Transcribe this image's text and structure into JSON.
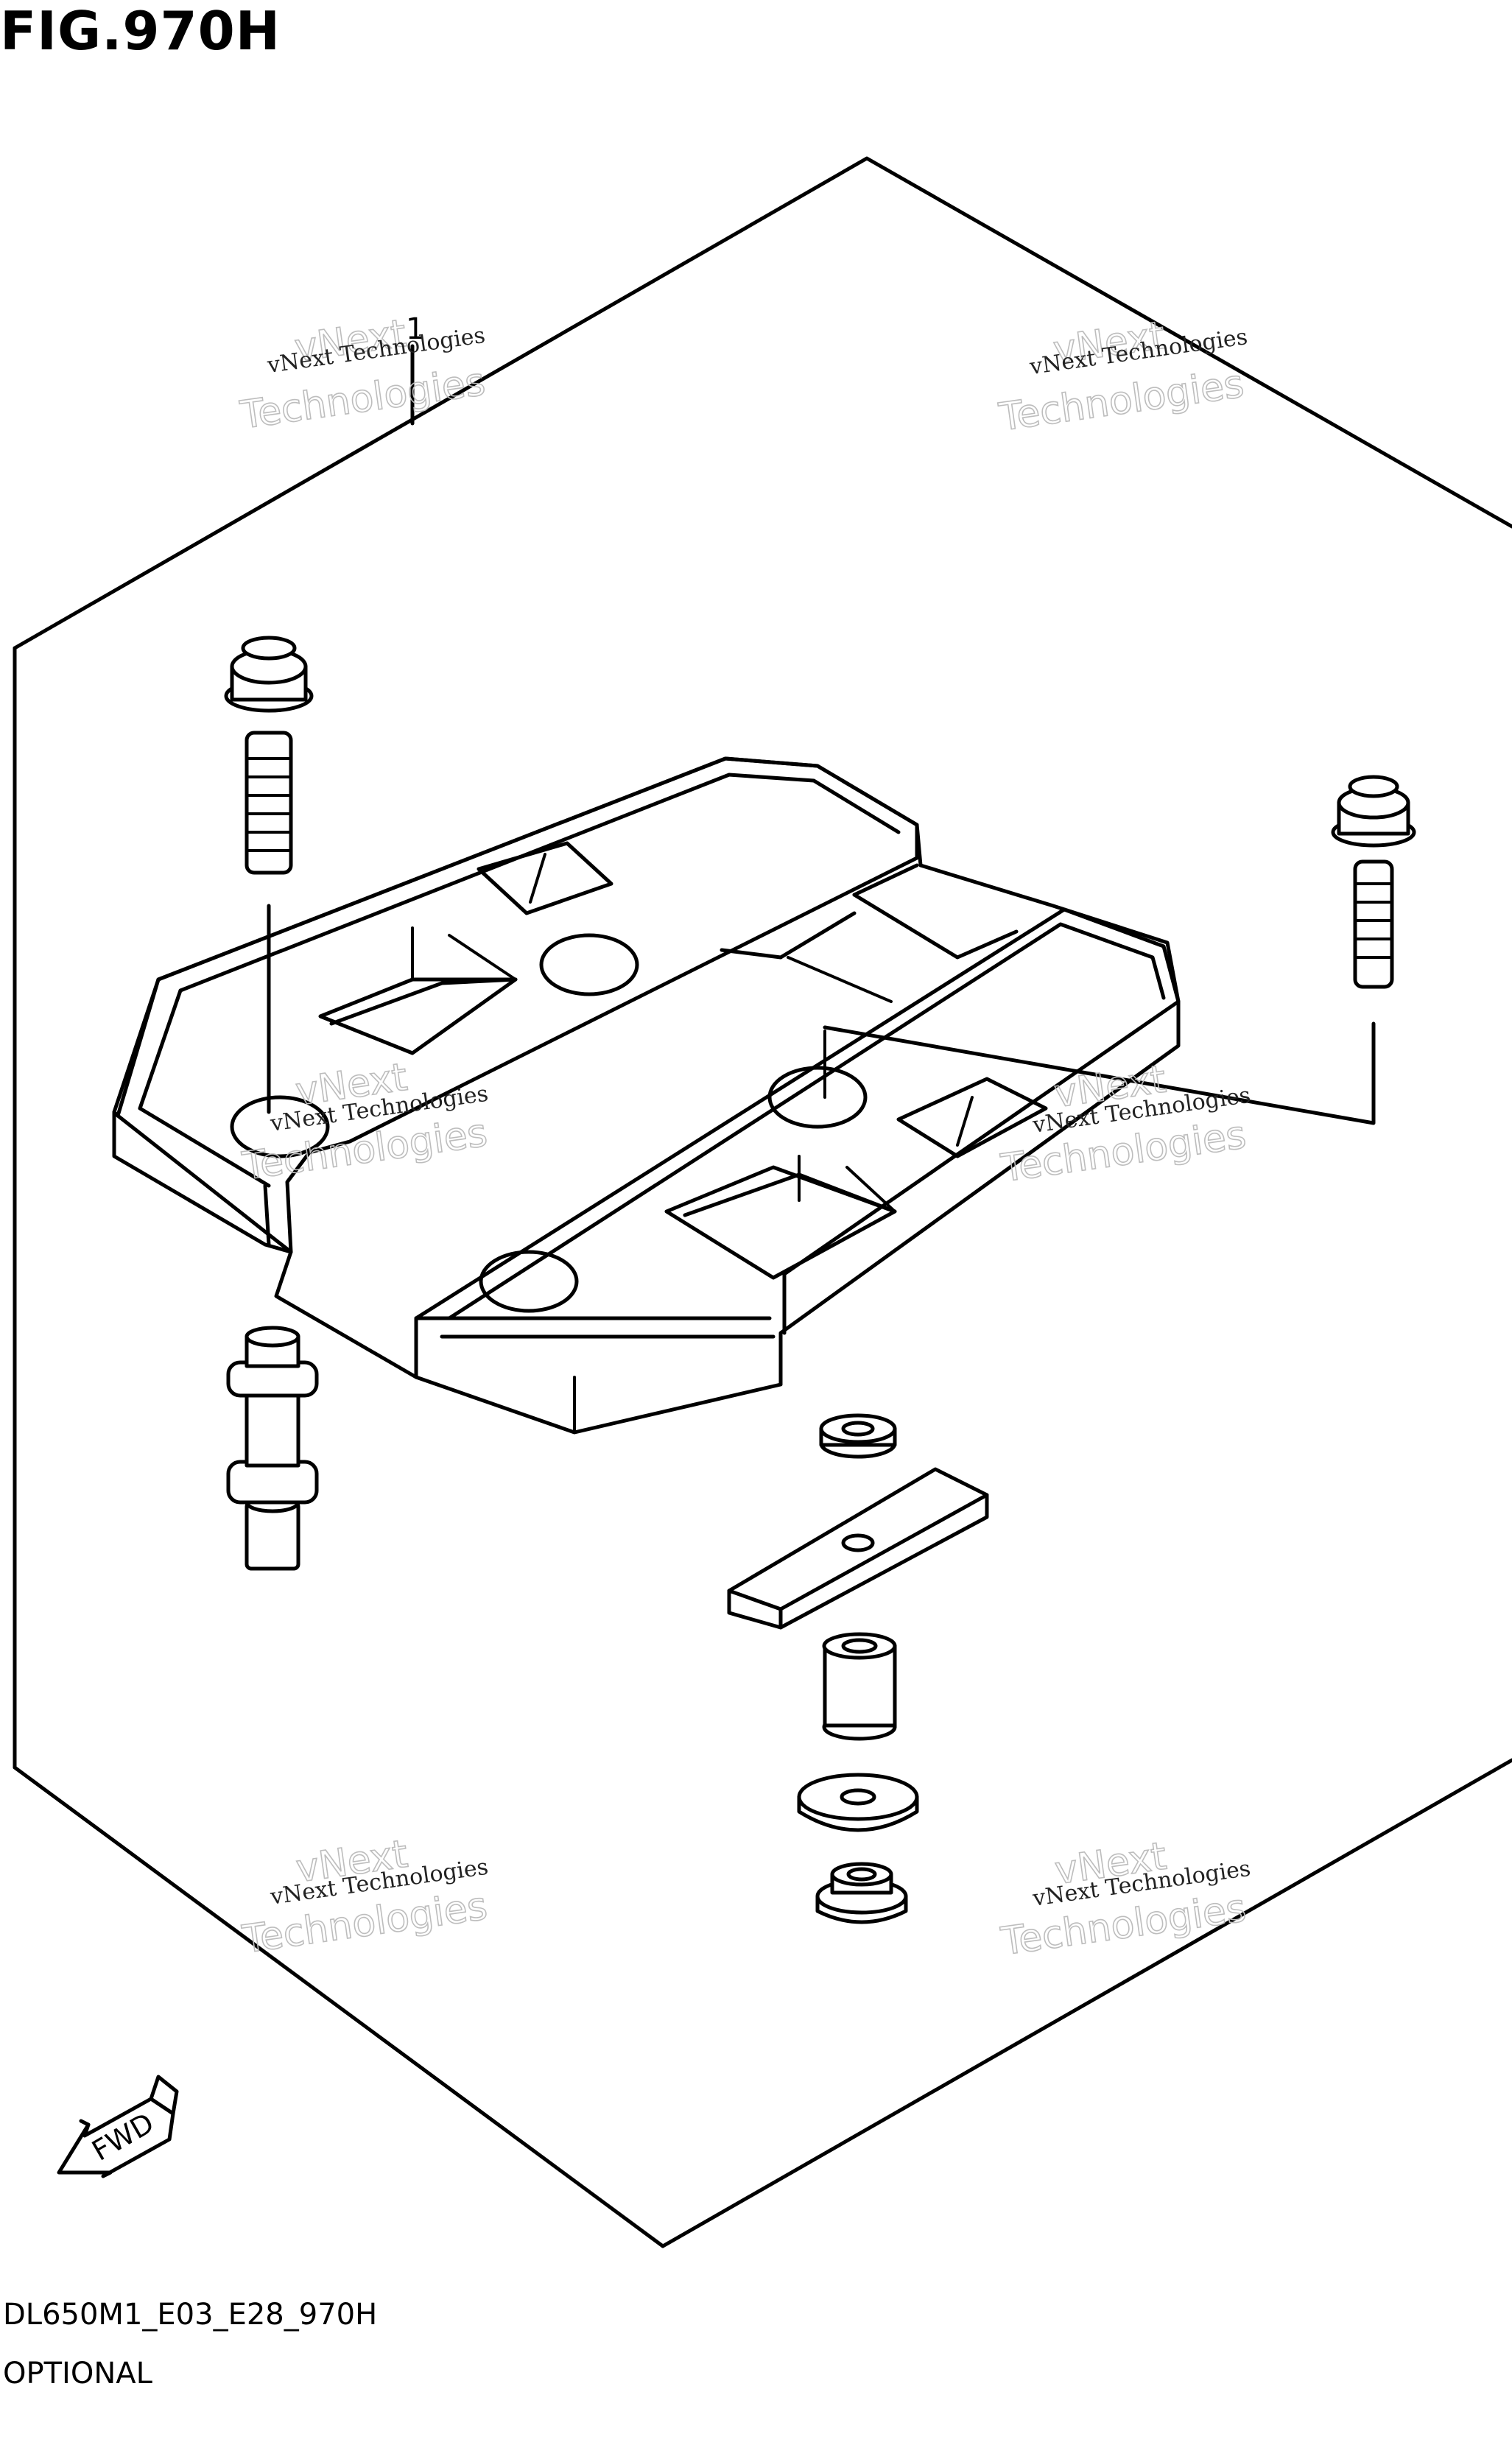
{
  "figure": {
    "title": "FIG.970H",
    "code": "DL650M1_E03_E28_970H",
    "caption": "OPTIONAL"
  },
  "callouts": [
    {
      "number": "1"
    }
  ],
  "direction_arrow": {
    "label": "FWD"
  },
  "watermark": {
    "line1": "vNext Technologies",
    "line2": "vNext",
    "line3": "Technologies"
  }
}
